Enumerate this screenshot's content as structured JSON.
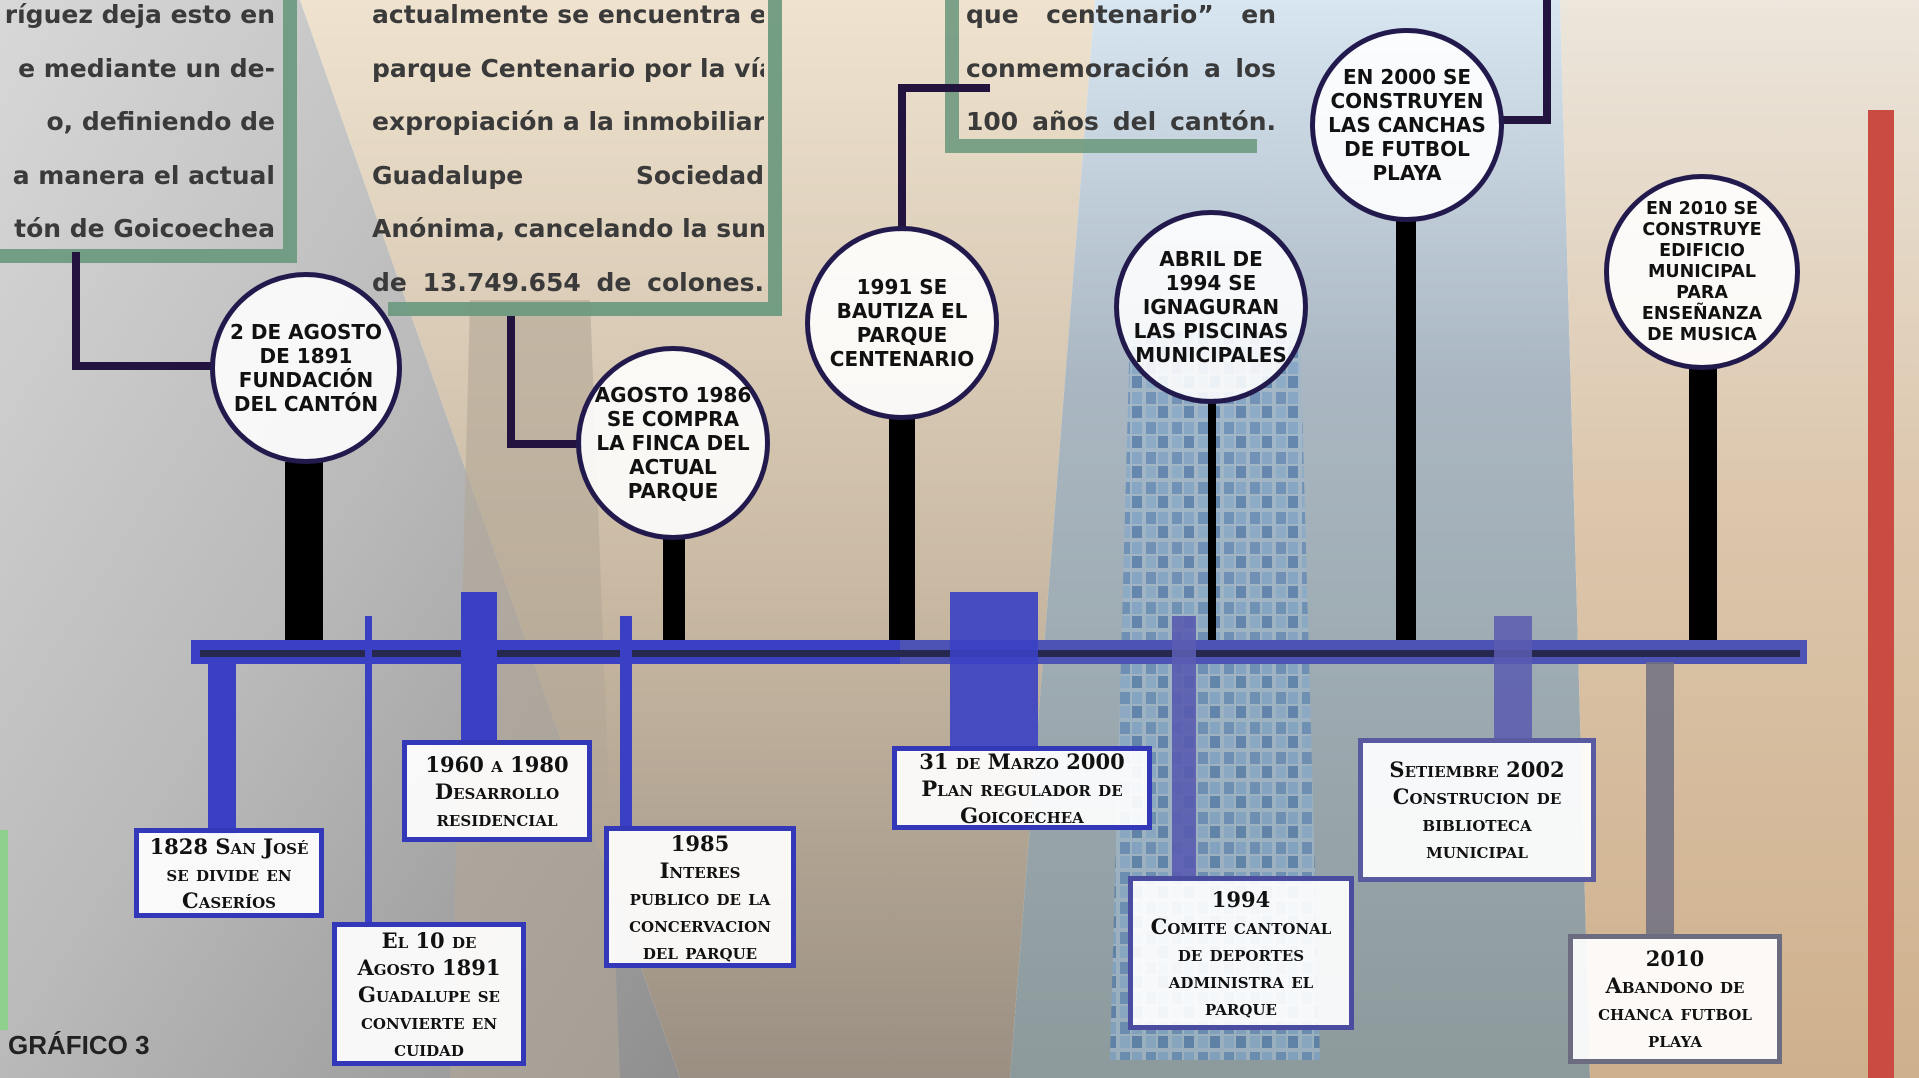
{
  "figure_label": "GRÁFICO 3",
  "colors": {
    "timeline_bar": "#3a40c4",
    "timeline_core": "#26284e",
    "callout_frame": "#6e9a80",
    "connector": "#22143f",
    "circle_border": "#221a4d",
    "stem": "#000000"
  },
  "text_blocks": {
    "left_excerpt": [
      "ríguez deja esto en",
      "e mediante un de-",
      "o, definiendo de",
      "a manera el actual",
      "tón de Goicoechea"
    ],
    "middle_excerpt": [
      "actualmente se encuentra el",
      "parque Centenario por la vía de",
      "expropiación a la inmobiliaria",
      "Guadalupe Sociedad",
      "Anónima, cancelando la suma",
      "de 13.749.654 de colones."
    ],
    "right_excerpt": [
      "que centenario” en",
      "conmemoración a los",
      "100 años del cantón."
    ]
  },
  "upper_events": [
    {
      "text": "2 DE AGOSTO\nDE 1891\nFUNDACIÓN\nDEL CANTÓN"
    },
    {
      "text": "AGOSTO 1986\nSE COMPRA\nLA FINCA DEL\nACTUAL\nPARQUE"
    },
    {
      "text": "1991 SE\nBAUTIZA EL\nPARQUE\nCENTENARIO"
    },
    {
      "text": "ABRIL DE\n1994 SE\nIGNAGURAN\nLAS PISCINAS\nMUNICIPALES"
    },
    {
      "text": "EN 2000 SE\nCONSTRUYEN\nLAS CANCHAS\nDE FUTBOL\nPLAYA"
    },
    {
      "text": "EN 2010 SE\nCONSTRUYE\nEDIFICIO\nMUNICIPAL\nPARA\nENSEÑANZA\nDE MUSICA"
    }
  ],
  "lower_events": [
    {
      "text": "1828 San José\nse divide en\nCaseríos"
    },
    {
      "text": "El 10 de\nAgosto 1891\nGuadalupe se\nconvierte en\ncuidad"
    },
    {
      "text": "1960 a 1980\nDesarrollo\nresidencial"
    },
    {
      "text": "1985\nInteres\npublico de la\nconcervacion\ndel parque"
    },
    {
      "text": "31 de Marzo 2000\nPlan regulador de\nGoicoechea"
    },
    {
      "text": "1994\nComite cantonal\nde deportes\nadministra el\nparque"
    },
    {
      "text": "Setiembre 2002\nConstrucion de\nbiblioteca\nmunicipal"
    },
    {
      "text": "2010\nAbandono de\nchanca futbol\nplaya"
    }
  ]
}
